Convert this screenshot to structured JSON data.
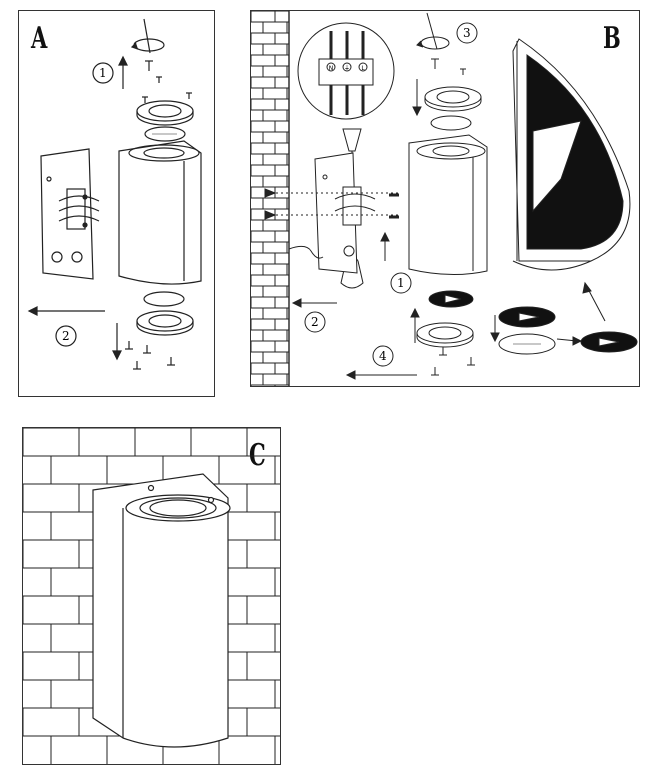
{
  "panels": {
    "a": {
      "letter": "A",
      "steps": [
        "1",
        "2"
      ]
    },
    "b": {
      "letter": "B",
      "steps": [
        "1",
        "2",
        "3",
        "4"
      ],
      "terminals": [
        "N",
        "⏚",
        "L"
      ]
    },
    "c": {
      "letter": "C"
    }
  },
  "icons": {
    "rotate": "rotate-arrow-icon",
    "screw": "screw-icon",
    "arrow": "arrow-icon"
  },
  "colors": {
    "line": "#222222",
    "fill": "#ffffff",
    "dark": "#111111"
  }
}
